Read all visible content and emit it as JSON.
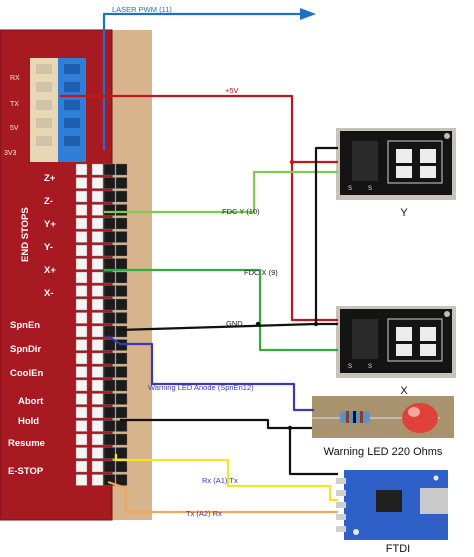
{
  "diagram": {
    "board": {
      "header_labels": [
        "RX",
        "TX",
        "5V",
        "3V3"
      ],
      "pin_labels": [
        "Z+",
        "Z-",
        "Y+",
        "Y-",
        "X+",
        "X-"
      ],
      "pin_group_title": "END STOPS",
      "button_labels": [
        "SpnEn",
        "SpnDir",
        "CoolEn",
        "Abort",
        "Hold",
        "Resume",
        "E-STOP"
      ]
    },
    "wires": {
      "laser": {
        "label": "LASER PWM (11)",
        "color": "#1f6fc6"
      },
      "power": {
        "label": "+5V",
        "color": "#c0161c"
      },
      "fdc_y": {
        "label": "FDC Y (10)",
        "color": "#7ccf4e"
      },
      "fdc_x": {
        "label": "FDC X (9)",
        "color": "#2fae3a"
      },
      "gnd": {
        "label": "GND",
        "color": "#111111"
      },
      "led": {
        "label": "Warning LED Anode (SpnEn12)",
        "color": "#3a3ab8"
      },
      "rx": {
        "label": "Rx (A1) Tx",
        "color": "#f5e623"
      },
      "tx": {
        "label": "Tx (A2) Rx",
        "color": "#f2a65a"
      }
    },
    "components": {
      "sensor_y": {
        "caption": "Y"
      },
      "sensor_x": {
        "caption": "X"
      },
      "led": {
        "caption": "Warning LED 220 Ohms"
      },
      "ftdi": {
        "caption": "FTDI"
      }
    }
  }
}
